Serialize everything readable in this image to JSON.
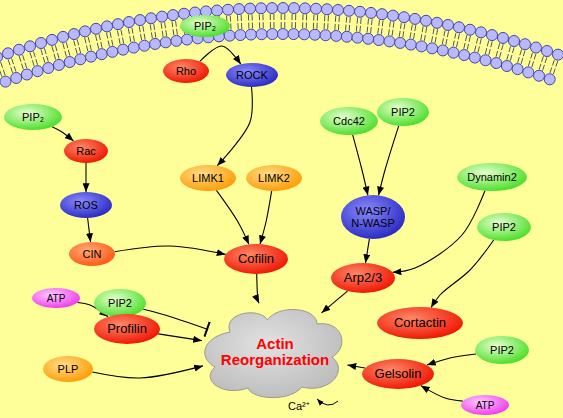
{
  "diagram": {
    "nodes": [
      {
        "text": [
          "PIP₂"
        ]
      },
      {
        "text": [
          "Rho"
        ]
      },
      {
        "text": [
          "ROCK"
        ]
      },
      {
        "text": [
          "PIP₂"
        ]
      },
      {
        "text": [
          "Cdc42"
        ]
      },
      {
        "text": [
          "PIP2"
        ]
      },
      {
        "text": [
          "Rac"
        ]
      },
      {
        "text": [
          "LIMK1"
        ]
      },
      {
        "text": [
          "LIMK2"
        ]
      },
      {
        "text": [
          "Dynamin2"
        ]
      },
      {
        "text": [
          "ROS"
        ]
      },
      {
        "text": [
          "WASP/ N-WASP"
        ]
      },
      {
        "text": [
          "PIP2"
        ]
      },
      {
        "text": [
          "CIN"
        ]
      },
      {
        "text": [
          "Cofilin"
        ]
      },
      {
        "text": [
          "Arp2/3"
        ]
      },
      {
        "text": [
          "ATP"
        ]
      },
      {
        "text": [
          "PIP2"
        ]
      },
      {
        "text": [
          "Profilin"
        ]
      },
      {
        "text": [
          "Cortactin"
        ]
      },
      {
        "text": [
          "Actin Reorganization"
        ]
      },
      {
        "text": [
          "PIP2"
        ]
      },
      {
        "text": [
          "PLP"
        ]
      },
      {
        "text": [
          "Gelsolin"
        ]
      },
      {
        "text": [
          "ATP"
        ]
      }
    ],
    "edges": [
      {
        "from": 1,
        "to": 2,
        "arrow": "to"
      },
      {
        "from": 3,
        "to": 6,
        "arrow": "to"
      },
      {
        "from": 6,
        "to": 10,
        "arrow": "to"
      },
      {
        "from": 10,
        "to": 13,
        "arrow": "to"
      },
      {
        "from": 13,
        "to": 14,
        "arrow": "to"
      },
      {
        "from": 2,
        "to": 7,
        "arrow": "to"
      },
      {
        "from": 7,
        "to": 14,
        "arrow": "to"
      },
      {
        "from": 8,
        "to": 14,
        "arrow": "to"
      },
      {
        "from": 4,
        "to": 11,
        "arrow": "to"
      },
      {
        "from": 5,
        "to": 11,
        "arrow": "to"
      },
      {
        "from": 11,
        "to": 15,
        "arrow": "to"
      },
      {
        "from": 9,
        "to": 15,
        "arrow": "to"
      },
      {
        "from": 12,
        "to": 19,
        "arrow": "to"
      },
      {
        "from": 14,
        "to": 20,
        "arrow": "to"
      },
      {
        "from": 15,
        "to": 20,
        "arrow": "to"
      },
      {
        "from": 16,
        "to": 18,
        "arrow": "to"
      },
      {
        "from": 17,
        "to": 20,
        "arrow": "to"
      },
      {
        "from": 18,
        "to": 20,
        "arrow": "to"
      },
      {
        "from": 22,
        "to": 20,
        "arrow": "to"
      },
      {
        "from": 23,
        "to": 20,
        "arrow": "to"
      },
      {
        "from": 21,
        "to": 23,
        "arrow": "to"
      },
      {
        "from": 24,
        "to": 23,
        "arrow": "to"
      }
    ],
    "labels": [
      "Ca²⁺"
    ]
  }
}
